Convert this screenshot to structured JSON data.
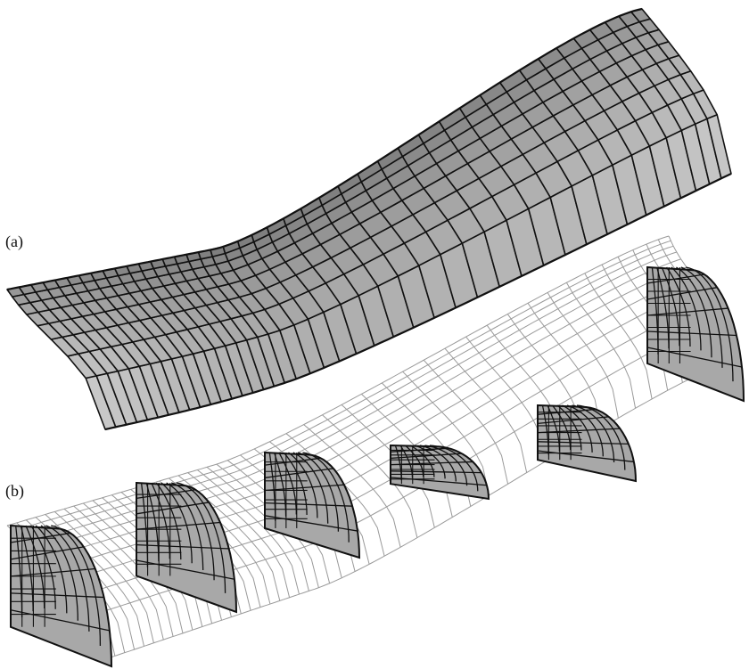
{
  "panels": [
    {
      "id": "a",
      "label": "(a)"
    },
    {
      "id": "b",
      "label": "(b)"
    }
  ],
  "colors": {
    "surface_fill": "#b8b8b8",
    "grid_line": "#111111",
    "wireframe_line": "#9a9a9a",
    "section_fill": "#a8a8a8",
    "background": "#ffffff"
  }
}
